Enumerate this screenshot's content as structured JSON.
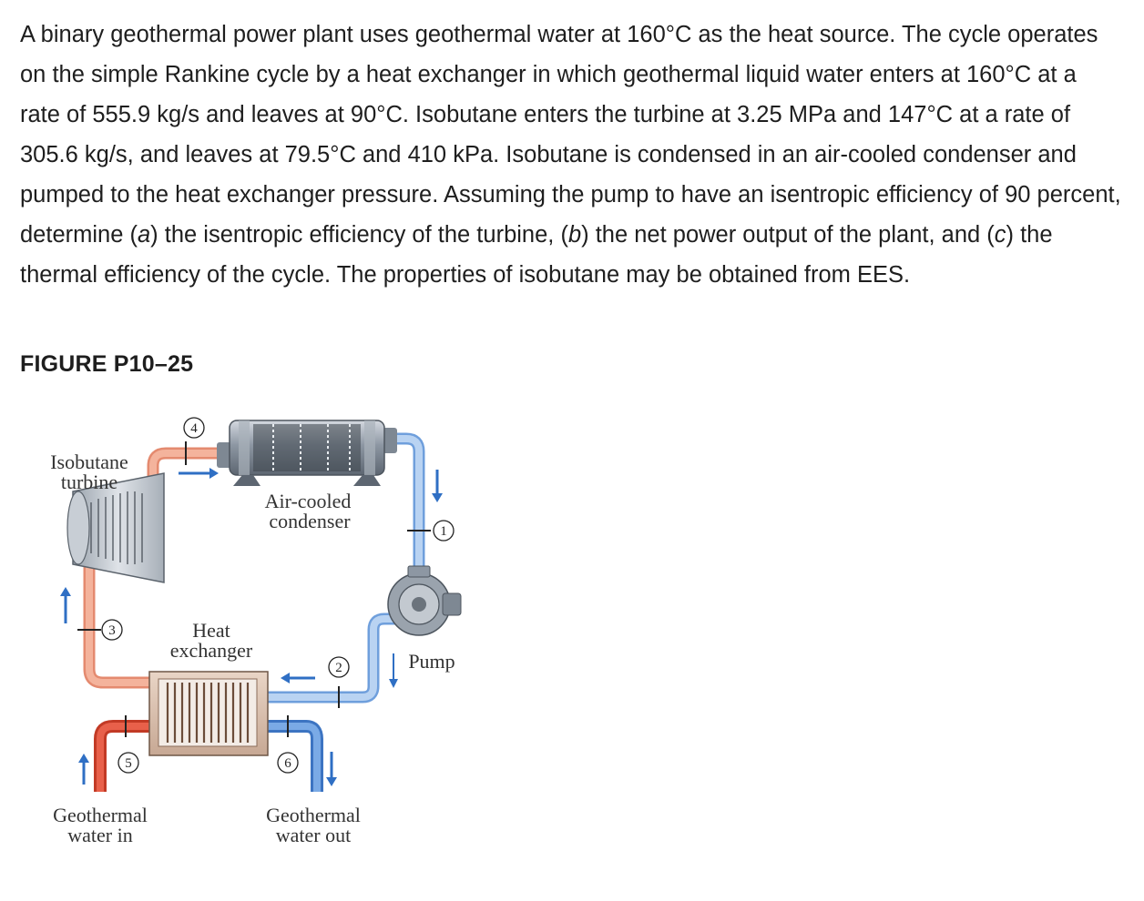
{
  "problem": {
    "s1": "A binary geothermal power plant uses geothermal water at 160°C as the heat source. The cycle operates on the simple Rankine cycle by a heat exchanger in which geothermal liquid water enters at 160°C at a rate of 555.9 kg/s and leaves at 90°C. Isobutane enters the turbine at 3.25 MPa and 147°C at a rate of 305.6 kg/s, and leaves at 79.5°C and 410 kPa. Isobutane is condensed in an air-cooled condenser and pumped to the heat exchanger pressure. Assuming the pump to have an isentropic efficiency of 90 percent, determine (",
    "a": "a",
    "s2": ") the isentropic efficiency of the turbine, (",
    "b": "b",
    "s3": ") the net power output of the plant, and (",
    "c": "c",
    "s4": ") the thermal efficiency of the cycle. The properties of isobutane may be obtained from EES."
  },
  "figure": {
    "caption": "FIGURE P10–25",
    "labels": {
      "turbine_1": "Isobutane",
      "turbine_2": "turbine",
      "condenser_1": "Air-cooled",
      "condenser_2": "condenser",
      "hx_1": "Heat",
      "hx_2": "exchanger",
      "pump": "Pump",
      "water_in_1": "Geothermal",
      "water_in_2": "water in",
      "water_out_1": "Geothermal",
      "water_out_2": "water out"
    },
    "states": [
      "1",
      "2",
      "3",
      "4",
      "5",
      "6"
    ],
    "colors": {
      "hot_isobutane_pipe": "#f2a58c",
      "cold_isobutane_pipe": "#a8c8ee",
      "geothermal_in_pipe": "#e0533b",
      "geothermal_out_pipe": "#5f93d8",
      "arrow": "#2f6fc4"
    }
  }
}
